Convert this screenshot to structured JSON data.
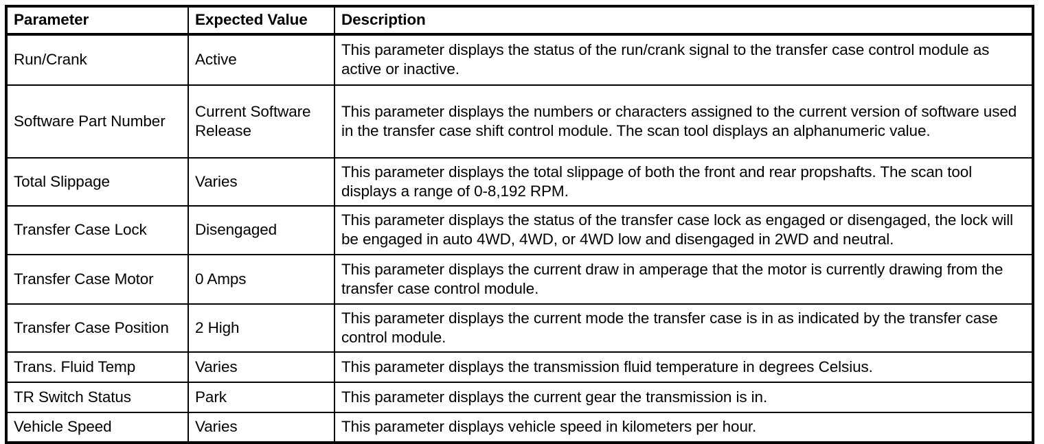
{
  "table": {
    "columns": [
      {
        "key": "parameter",
        "label": "Parameter"
      },
      {
        "key": "expected",
        "label": "Expected Value"
      },
      {
        "key": "description",
        "label": "Description"
      }
    ],
    "rows": [
      {
        "parameter": "Run/Crank",
        "expected": "Active",
        "description": "This parameter displays the status of the run/crank signal to the transfer case control module as active or inactive."
      },
      {
        "parameter": "Software Part Number",
        "expected": "Current Software Release",
        "description": "This parameter displays the numbers or characters assigned to the current version of software used in the transfer case shift control module. The scan tool displays an alphanumeric value."
      },
      {
        "parameter": "Total Slippage",
        "expected": "Varies",
        "description": "This parameter displays the total slippage of both the front and rear propshafts. The scan tool displays a range of 0-8,192 RPM."
      },
      {
        "parameter": "Transfer Case Lock",
        "expected": "Disengaged",
        "description": "This parameter displays the status of the transfer case lock as engaged or disengaged, the lock will be engaged in auto 4WD, 4WD, or 4WD low and disengaged in 2WD and neutral."
      },
      {
        "parameter": "Transfer Case Motor",
        "expected": "0 Amps",
        "description": "This parameter displays the current draw in amperage that the motor is currently drawing from the transfer case control module."
      },
      {
        "parameter": "Transfer Case Position",
        "expected": "2 High",
        "description": "This parameter displays the current mode the transfer case is in as indicated by the transfer case control module."
      },
      {
        "parameter": "Trans. Fluid Temp",
        "expected": "Varies",
        "description": "This parameter displays the transmission fluid temperature in degrees Celsius."
      },
      {
        "parameter": "TR Switch Status",
        "expected": "Park",
        "description": "This parameter displays the current gear the transmission is in."
      },
      {
        "parameter": "Vehicle Speed",
        "expected": "Varies",
        "description": "This parameter displays vehicle speed in kilometers per hour."
      }
    ]
  },
  "style": {
    "text_color": "#000000",
    "background_color": "#FFFFFF",
    "border_color": "#000000"
  }
}
